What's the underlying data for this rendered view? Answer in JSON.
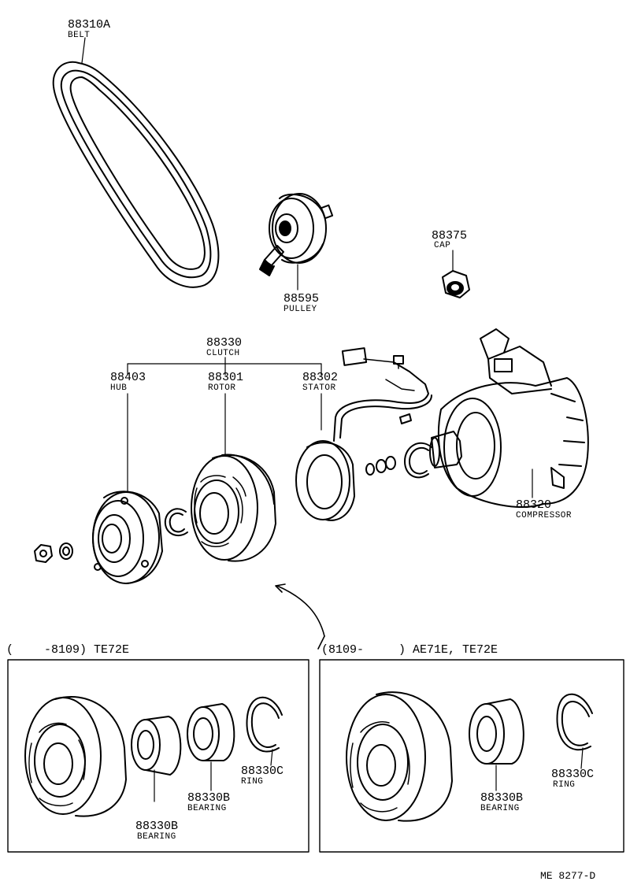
{
  "parts": {
    "belt": {
      "number": "88310A",
      "name": "BELT"
    },
    "pulley": {
      "number": "88595",
      "name": "PULLEY"
    },
    "cap": {
      "number": "88375",
      "name": "CAP"
    },
    "clutch": {
      "number": "88330",
      "name": "CLUTCH"
    },
    "hub": {
      "number": "88403",
      "name": "HUB"
    },
    "rotor": {
      "number": "88301",
      "name": "ROTOR"
    },
    "stator": {
      "number": "88302",
      "name": "STATOR"
    },
    "compressor": {
      "number": "88320",
      "name": "COMPRESSOR"
    }
  },
  "variant_left": {
    "paren_open": "(",
    "header": "-8109) TE72E",
    "bearing_inner": {
      "number": "88330B",
      "name": "BEARING"
    },
    "bearing_outer": {
      "number": "88330B",
      "name": "BEARING"
    },
    "ring": {
      "number": "88330C",
      "name": "RING"
    }
  },
  "variant_right": {
    "header_left": "(8109-",
    "header_right": ") AE71E, TE72E",
    "bearing": {
      "number": "88330B",
      "name": "BEARING"
    },
    "ring": {
      "number": "88330C",
      "name": "RING"
    }
  },
  "footer": {
    "code": "ME  8277-D"
  }
}
